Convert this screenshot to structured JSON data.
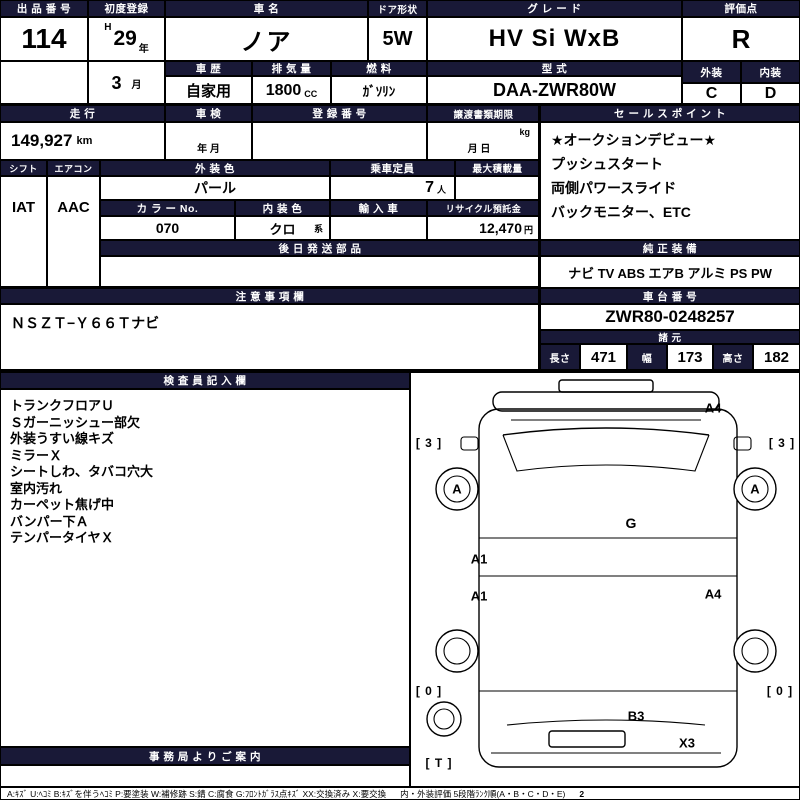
{
  "colors": {
    "header_bg": "#191937",
    "border": "#000000"
  },
  "top": {
    "auction_no": {
      "label": "出 品 番 号",
      "value": "114"
    },
    "first_reg": {
      "label": "初度登録",
      "era": "H",
      "year": "29",
      "year_unit": "年",
      "month": "3",
      "month_unit": "月"
    },
    "car_name": {
      "label": "車  名",
      "value": "ノア"
    },
    "door": {
      "label": "ドア形状",
      "value": "5W"
    },
    "grade": {
      "label": "グ レ ー ド",
      "value": "HV Si WxB"
    },
    "score": {
      "label": "評価点",
      "value": "R"
    },
    "exterior": {
      "label": "外装",
      "value": "C"
    },
    "interior": {
      "label": "内装",
      "value": "D"
    },
    "history": {
      "label": "車 歴",
      "value": "自家用"
    },
    "displacement": {
      "label": "排 気 量",
      "value": "1800",
      "unit": "CC"
    },
    "fuel": {
      "label": "燃 料",
      "value": "ｶﾞｿﾘﾝ"
    },
    "model": {
      "label": "型 式",
      "value": "DAA-ZWR80W"
    }
  },
  "mid": {
    "mileage": {
      "label": "走  行",
      "value": "149,927",
      "unit": "km"
    },
    "inspection": {
      "label": "車 検",
      "value": "年  月"
    },
    "reg_no": {
      "label": "登 録 番 号",
      "value": ""
    },
    "transfer": {
      "label": "譲渡書類期限",
      "value": "月  日",
      "kg": "kg"
    },
    "sales_points": {
      "label": "セ ー ル ス ポ イ ン ト",
      "lines": [
        "★オークションデビュー★",
        "プッシュスタート",
        "両側パワースライド",
        "バックモニター、ETC"
      ]
    },
    "shift": {
      "label": "シフト",
      "value": "IAT"
    },
    "aircon": {
      "label": "エアコン",
      "value": "AAC"
    },
    "ext_color": {
      "label": "外 装 色",
      "value": "パール"
    },
    "capacity": {
      "label": "乗車定員",
      "value": "7",
      "unit": "人"
    },
    "max_load": {
      "label": "最大積載量",
      "value": ""
    },
    "color_no": {
      "label": "カ ラ ー No.",
      "value": "070"
    },
    "int_color": {
      "label": "内 装 色",
      "value": "クロ",
      "unit": "系"
    },
    "import_car": {
      "label": "輸 入 車",
      "value": ""
    },
    "recycle": {
      "label": "リサイクル預託金",
      "value": "12,470",
      "unit": "円"
    },
    "later_parts": {
      "label": "後 日 発 送 部 品",
      "value": ""
    },
    "equipment": {
      "label": "純 正 装 備",
      "value": "ナビ TV ABS エアB アルミ PS PW"
    }
  },
  "notes": {
    "label": "注 意 事 項 欄",
    "value": "ＮＳＺＴ−Ｙ６６Ｔナビ"
  },
  "chassis": {
    "label": "車 台 番 号",
    "value": "ZWR80-0248257"
  },
  "specs": {
    "label": "諸  元",
    "length_label": "長さ",
    "length": "471",
    "width_label": "幅",
    "width": "173",
    "height_label": "高さ",
    "height": "182"
  },
  "inspector": {
    "label": "検 査 員 記 入 欄",
    "lines": [
      "トランクフロアＵ",
      "Ｓガーニッシュー部欠",
      "外装うすい線キズ",
      "ミラーＸ",
      "シートしわ、タバコ穴大",
      "室内汚れ",
      "カーペット焦げ中",
      "バンパー下Ａ",
      "テンパータイヤＸ"
    ]
  },
  "office": {
    "label": "事 務 局 よ り ご 案 内",
    "value": ""
  },
  "diagram": {
    "markers": [
      {
        "text": "A4"
      },
      {
        "text": "[ 3 ]"
      },
      {
        "text": "[ 3 ]"
      },
      {
        "text": "A"
      },
      {
        "text": "A"
      },
      {
        "text": "G"
      },
      {
        "text": "A1"
      },
      {
        "text": "A1"
      },
      {
        "text": "A4"
      },
      {
        "text": "[ 0 ]"
      },
      {
        "text": "[ 0 ]"
      },
      {
        "text": "B3"
      },
      {
        "text": "X3"
      },
      {
        "text": "[ T ]"
      }
    ]
  },
  "legend": {
    "text": "A:ｷｽﾞ U:ﾍｺﾐ B:ｷｽﾞを伴うﾍｺﾐ P:要塗装 W:補修跡 S:錆 C:腐食 G:ﾌﾛﾝﾄｶﾞﾗｽ点ｷｽﾞ XX:交換済み X:要交換",
    "text2": "内・外装評価 5段階ﾗﾝｸ順(A・B・C・D・E)",
    "page": "2"
  }
}
